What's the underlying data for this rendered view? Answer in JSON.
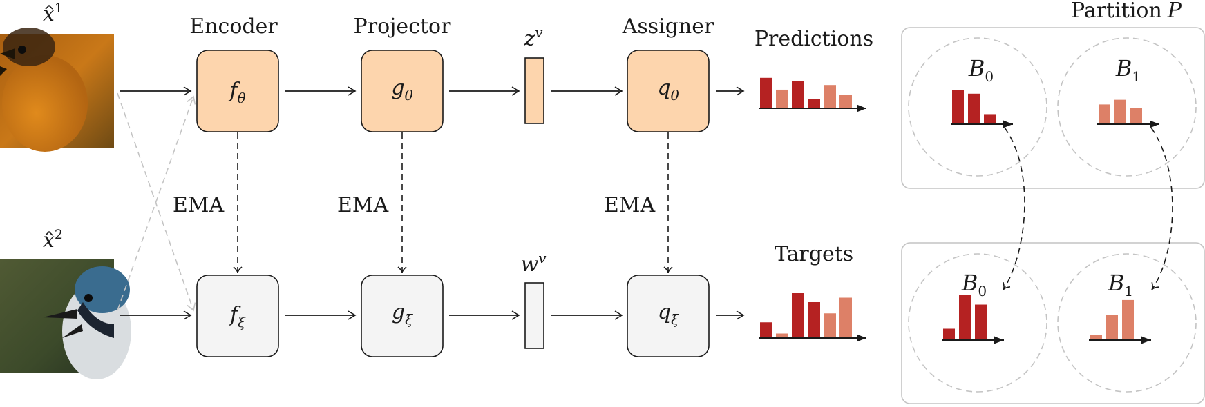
{
  "inputs": {
    "top_label": {
      "base": "x",
      "sup": "1"
    },
    "bottom_label": {
      "base": "x",
      "sup": "2"
    }
  },
  "headers": {
    "encoder": "Encoder",
    "projector": "Projector",
    "assigner": "Assigner",
    "predictions": "Predictions",
    "targets": "Targets",
    "partition": "Partition"
  },
  "partition_symbol": "P",
  "ema_label": "EMA",
  "modules": {
    "online": {
      "encoder": {
        "base": "f",
        "sub": "θ"
      },
      "projector": {
        "base": "g",
        "sub": "θ"
      },
      "assigner": {
        "base": "q",
        "sub": "θ"
      }
    },
    "target": {
      "encoder": {
        "base": "f",
        "sub": "ξ"
      },
      "projector": {
        "base": "g",
        "sub": "ξ"
      },
      "assigner": {
        "base": "q",
        "sub": "ξ"
      }
    }
  },
  "embeddings": {
    "online": {
      "base": "z",
      "sup": "v"
    },
    "target": {
      "base": "w",
      "sup": "v"
    }
  },
  "blocks": {
    "b0": {
      "base": "B",
      "sub": "0"
    },
    "b1": {
      "base": "B",
      "sub": "1"
    }
  },
  "histograms": {
    "predictions": [
      {
        "value": 0.85,
        "color": "dark"
      },
      {
        "value": 0.52,
        "color": "light"
      },
      {
        "value": 0.75,
        "color": "dark"
      },
      {
        "value": 0.25,
        "color": "dark"
      },
      {
        "value": 0.65,
        "color": "light"
      },
      {
        "value": 0.38,
        "color": "light"
      }
    ],
    "targets": [
      {
        "value": 0.35,
        "color": "dark"
      },
      {
        "value": 0.1,
        "color": "light"
      },
      {
        "value": 1.0,
        "color": "dark"
      },
      {
        "value": 0.8,
        "color": "dark"
      },
      {
        "value": 0.55,
        "color": "light"
      },
      {
        "value": 0.9,
        "color": "light"
      }
    ],
    "pred_b0": [
      {
        "value": 0.95,
        "color": "dark"
      },
      {
        "value": 0.85,
        "color": "dark"
      },
      {
        "value": 0.28,
        "color": "dark"
      }
    ],
    "pred_b1": [
      {
        "value": 0.55,
        "color": "light"
      },
      {
        "value": 0.68,
        "color": "light"
      },
      {
        "value": 0.45,
        "color": "light"
      }
    ],
    "tgt_b0": [
      {
        "value": 0.25,
        "color": "dark"
      },
      {
        "value": 1.0,
        "color": "dark"
      },
      {
        "value": 0.78,
        "color": "dark"
      }
    ],
    "tgt_b1": [
      {
        "value": 0.12,
        "color": "light"
      },
      {
        "value": 0.55,
        "color": "light"
      },
      {
        "value": 0.88,
        "color": "light"
      }
    ]
  },
  "colors": {
    "online_fill": "#fdd5ad",
    "target_fill": "#f4f4f4",
    "bar_dark": "#b52222",
    "bar_light": "#dd8067",
    "ghost": "#c4c4c4"
  }
}
